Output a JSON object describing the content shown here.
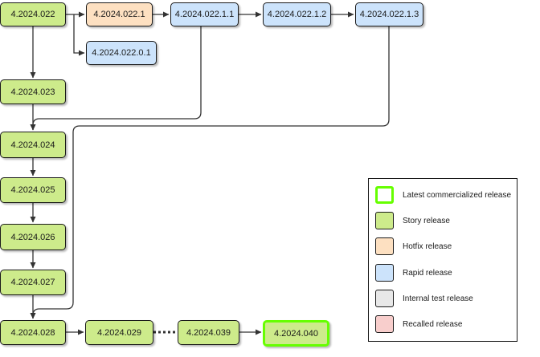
{
  "nodes": {
    "n022": "4.2024.022",
    "n022_1": "4.2024.022.1",
    "n022_0_1": "4.2024.022.0.1",
    "n022_1_1": "4.2024.022.1.1",
    "n022_1_2": "4.2024.022.1.2",
    "n022_1_3": "4.2024.022.1.3",
    "n023": "4.2024.023",
    "n024": "4.2024.024",
    "n025": "4.2024.025",
    "n026": "4.2024.026",
    "n027": "4.2024.027",
    "n028": "4.2024.028",
    "n029": "4.2024.029",
    "n039": "4.2024.039",
    "n040": "4.2024.040"
  },
  "legend": {
    "items": [
      {
        "label": "Latest commercialized release",
        "type": "latest"
      },
      {
        "label": "Story release",
        "type": "story"
      },
      {
        "label": "Hotfix release",
        "type": "hotfix"
      },
      {
        "label": "Rapid release",
        "type": "rapid"
      },
      {
        "label": "Internal test release",
        "type": "internal"
      },
      {
        "label": "Recalled release",
        "type": "recalled"
      }
    ]
  },
  "colors": {
    "story": "#cdeb8b",
    "hotfix": "#fde0c1",
    "rapid": "#cce3fb",
    "internal": "#e8e8e8",
    "recalled": "#f8cecc",
    "latest_border": "#66ff00",
    "line": "#333333"
  }
}
